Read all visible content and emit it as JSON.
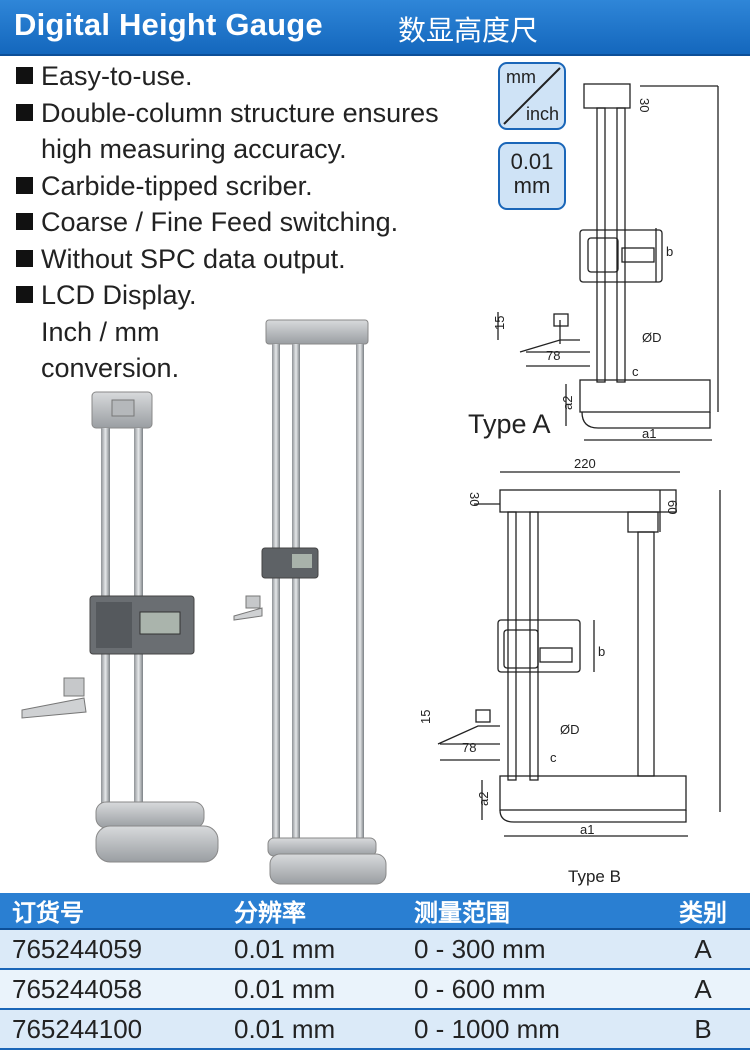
{
  "header": {
    "title_en": "Digital Height Gauge",
    "title_cn": "数显高度尺"
  },
  "features": [
    {
      "lines": [
        "Easy-to-use."
      ]
    },
    {
      "lines": [
        "Double-column structure ensures",
        "high measuring accuracy."
      ]
    },
    {
      "lines": [
        "Carbide-tipped scriber."
      ]
    },
    {
      "lines": [
        "Coarse / Fine Feed switching."
      ]
    },
    {
      "lines": [
        "Without SPC data output."
      ]
    },
    {
      "lines": [
        "LCD Display.",
        "Inch / mm",
        "conversion."
      ]
    }
  ],
  "badges": {
    "unit_top": "mm",
    "unit_bottom": "inch",
    "resolution_value": "0.01",
    "resolution_unit": "mm"
  },
  "drawings": {
    "type_a": {
      "label": "Type A",
      "dims": {
        "top": "30",
        "b": "b",
        "h15": "15",
        "d": "ØD",
        "w78": "78",
        "c": "c",
        "a2": "a2",
        "a1": "a1"
      }
    },
    "type_b": {
      "label": "Type B",
      "dims": {
        "w220": "220",
        "top": "30",
        "h60": "60",
        "b": "b",
        "h15": "15",
        "d": "ØD",
        "w78": "78",
        "c": "c",
        "a2": "a2",
        "a1": "a1"
      }
    }
  },
  "table": {
    "headers": [
      "订货号",
      "分辨率",
      "测量范围",
      "类别"
    ],
    "rows": [
      [
        "765244059",
        "0.01 mm",
        "0 - 300 mm",
        "A"
      ],
      [
        "765244058",
        "0.01 mm",
        "0 - 600 mm",
        "A"
      ],
      [
        "765244100",
        "0.01 mm",
        "0 - 1000 mm",
        "B"
      ]
    ]
  },
  "colors": {
    "header_blue": "#1a70c8",
    "badge_fill": "#cfe3f6",
    "row_blue": "#dbeaf8"
  }
}
